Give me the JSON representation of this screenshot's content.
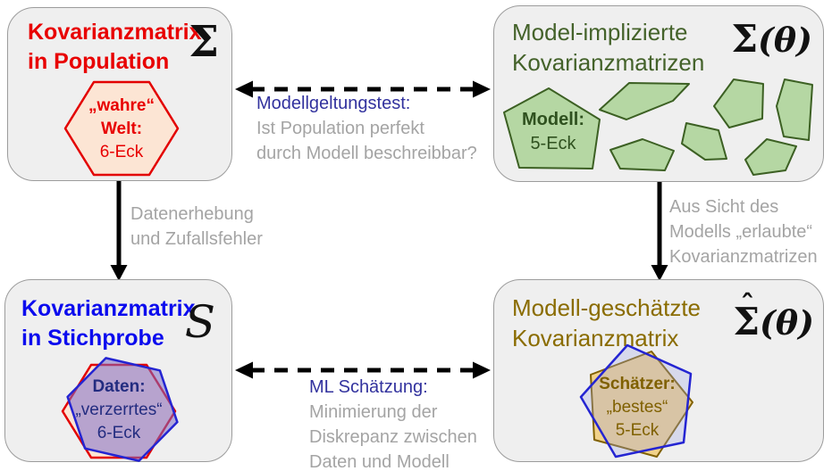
{
  "boxes": {
    "population": {
      "title": "Kovarianzmatrix\nin Population",
      "symbol": {
        "hat": "",
        "main": "Σ",
        "arg": ""
      },
      "shape_label": {
        "line1": "„wahre“",
        "line2": "Welt:",
        "line3": "6-Eck"
      }
    },
    "model_implied": {
      "title": "Model-implizierte\nKovarianzmatrizen",
      "symbol": {
        "hat": "",
        "main": "Σ",
        "arg": "(θ)"
      },
      "shape_label": {
        "line1": "Modell:",
        "line2": "5-Eck",
        "line3": ""
      }
    },
    "sample": {
      "title": "Kovarianzmatrix\nin Stichprobe",
      "symbol": {
        "hat": "",
        "main": "S",
        "arg": ""
      },
      "shape_label": {
        "line1": "Daten:",
        "line2": "„verzerrtes“",
        "line3": "6-Eck"
      }
    },
    "estimated": {
      "title": "Modell-geschätzte\nKovarianzmatrix",
      "symbol": {
        "hat": "ˆ",
        "main": "Σ",
        "arg": "(θ)"
      },
      "shape_label": {
        "line1": "Schätzer:",
        "line2": "„bestes“",
        "line3": "5-Eck"
      }
    }
  },
  "connectors": {
    "model_test": {
      "title": "Modellgeltungstest:",
      "desc": "Ist Population perfekt\ndurch Modell beschreibbar?"
    },
    "data_collection": {
      "desc": "Datenerhebung\nund Zufallsfehler"
    },
    "allowed_matrices": {
      "desc": "Aus Sicht des\nModells „erlaubte“\nKovarianzmatrizen"
    },
    "ml_estimation": {
      "title": "ML Schätzung:",
      "desc": "Minimierung der\nDiskrepanz zwischen\nDaten und Modell"
    }
  },
  "colors": {
    "box_bg": "#efefef",
    "box_border": "#9c9c9c",
    "red_title": "#e80000",
    "red_stroke": "#e30000",
    "peach": "#fce5d4",
    "green_title": "#44622a",
    "green_fill": "#b5d7a3",
    "green_stroke": "#3c6023",
    "green_text": "#2f511f",
    "blue_title": "#0b0bee",
    "navy_label": "#32329e",
    "navy_text": "#232c80",
    "olive_title": "#8a6c00",
    "olive_text": "#7f6000",
    "gray_text": "#a4a4a4",
    "gold_fill": "#f1d28a",
    "gold_stroke": "#806000",
    "blue_shape": "#2424d2",
    "purple_fill": "rgba(125,110,200,0.55)",
    "lavender_fill": "rgba(160,165,230,0.30)",
    "arrow": "#000000",
    "math": "#111111"
  }
}
